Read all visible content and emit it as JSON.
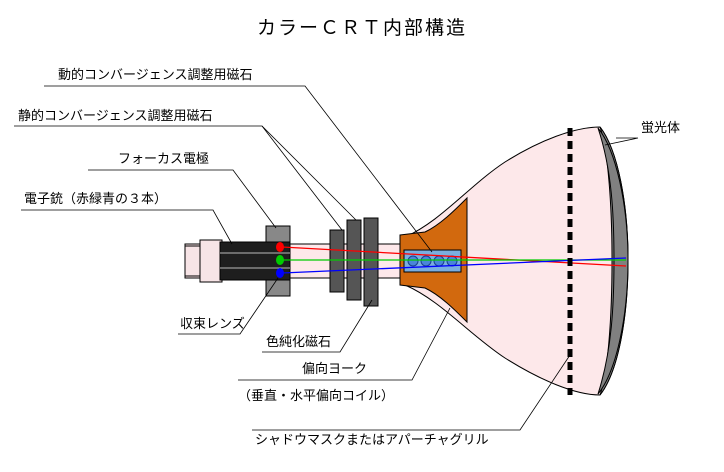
{
  "title": "カラーＣＲＴ内部構造",
  "labels": {
    "dynamic_convergence": "動的コンバージェンス調整用磁石",
    "static_convergence": "静的コンバージェンス調整用磁石",
    "focus_electrode": "フォーカス電極",
    "electron_gun": "電子銃（赤緑青の３本）",
    "phosphor": "蛍光体",
    "converging_lens": "収束レンズ",
    "purity_magnet": "色純化磁石",
    "deflection_yoke": "偏向ヨーク",
    "deflection_yoke_sub": "（垂直・水平偏向コイル）",
    "shadow_mask": "シャドウマスクまたはアパーチャグリル"
  },
  "colors": {
    "beam_red": "#ff0000",
    "beam_green": "#00cc00",
    "beam_blue": "#0000ff",
    "screen_fill": "#fde8ea",
    "phosphor_fill": "#808080",
    "yoke_fill": "#d2690e",
    "magnet_fill": "#555555",
    "gun_body": "#1e1e1e",
    "neck_fill": "#f7e4e6"
  }
}
